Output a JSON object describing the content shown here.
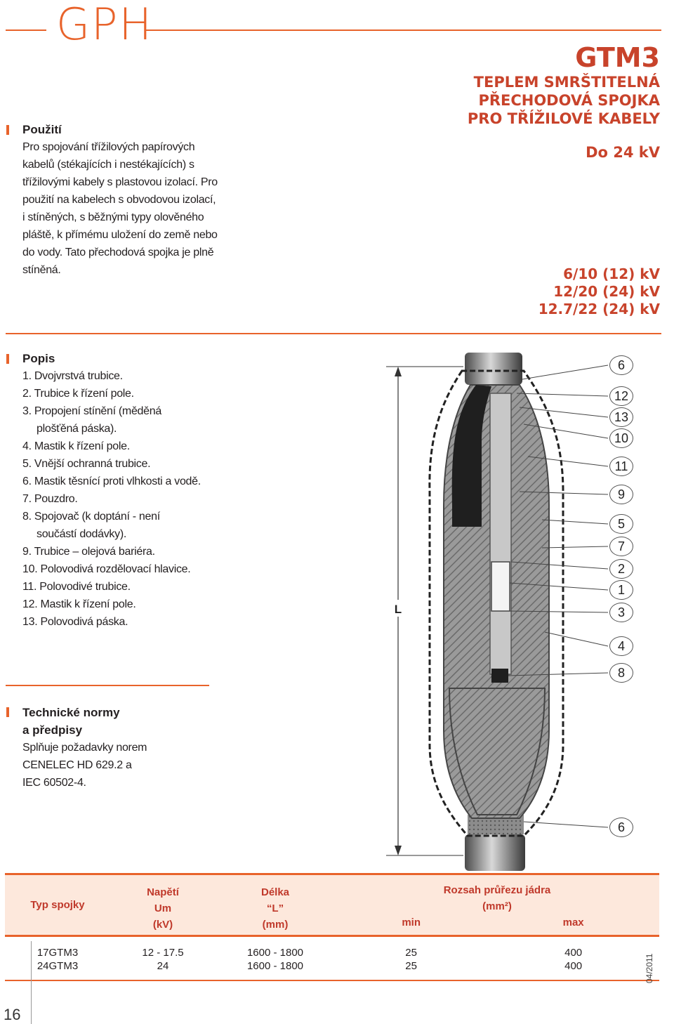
{
  "header": {
    "brand": "GPH"
  },
  "product": {
    "code": "GTM3",
    "title_lines": [
      "TEPLEM SMRŠTITELNÁ",
      "PŘECHODOVÁ SPOJKA",
      "PRO TŘÍŽILOVÉ KABELY"
    ],
    "voltage_max": "Do 24 kV",
    "voltage_classes": [
      "6/10 (12) kV",
      "12/20 (24) kV",
      "12.7/22 (24) kV"
    ]
  },
  "usage": {
    "title": "Použití",
    "lines": [
      "Pro spojování třížilových papírových",
      "kabelů (stékajících i nestékajících) s",
      "třížilovými kabely s plastovou izolací. Pro",
      "použití na kabelech s obvodovou izolací,",
      "i stíněných, s běžnými typy olověného",
      "pláště, k přímému uložení do země nebo",
      "do vody. Tato přechodová spojka je plně",
      "stíněná."
    ]
  },
  "description": {
    "title": "Popis",
    "items": [
      "1. Dvojvrstvá trubice.",
      "2. Trubice k řízení pole.",
      "3. Propojení stínění (měděná plošťěná páska).",
      "4. Mastik k řízení pole.",
      "5. Vnější ochranná trubice.",
      "6. Mastik těsnící proti vlhkosti a vodě.",
      "7. Pouzdro.",
      "8. Spojovač (k doptání - není součástí dodávky).",
      "9. Trubice – olejová bariéra.",
      "10. Polovodivá rozdělovací hlavice.",
      "11. Polovodivé trubice.",
      "12. Mastik k řízení pole.",
      "13. Polovodivá páska."
    ]
  },
  "standards": {
    "title_lines": [
      "Technické normy",
      "a předpisy"
    ],
    "lines": [
      "Splňuje požadavky norem",
      "CENELEC HD 629.2 a",
      "IEC 60502-4."
    ]
  },
  "diagram": {
    "length_label": "L",
    "callouts": [
      "6",
      "12",
      "13",
      "10",
      "11",
      "9",
      "5",
      "7",
      "2",
      "1",
      "3",
      "4",
      "8",
      "6"
    ]
  },
  "table": {
    "headers": {
      "type": "Typ spojky",
      "voltage": [
        "Napětí",
        "Um",
        "(kV)"
      ],
      "length": [
        "Délka",
        "“L”",
        "(mm)"
      ],
      "range": [
        "Rozsah průřezu jádra",
        "(mm²)"
      ],
      "min": "min",
      "max": "max"
    },
    "rows": [
      {
        "type": "17GTM3",
        "voltage": "12 - 17.5",
        "length": "1600 - 1800",
        "min": "25",
        "max": "400"
      },
      {
        "type": "24GTM3",
        "voltage": "24",
        "length": "1600 - 1800",
        "min": "25",
        "max": "400"
      }
    ]
  },
  "footer": {
    "page_number": "16",
    "date": "04/2011"
  },
  "colors": {
    "accent": "#e8632b",
    "title_red": "#c8432b",
    "table_header_bg": "#fde8dc"
  }
}
